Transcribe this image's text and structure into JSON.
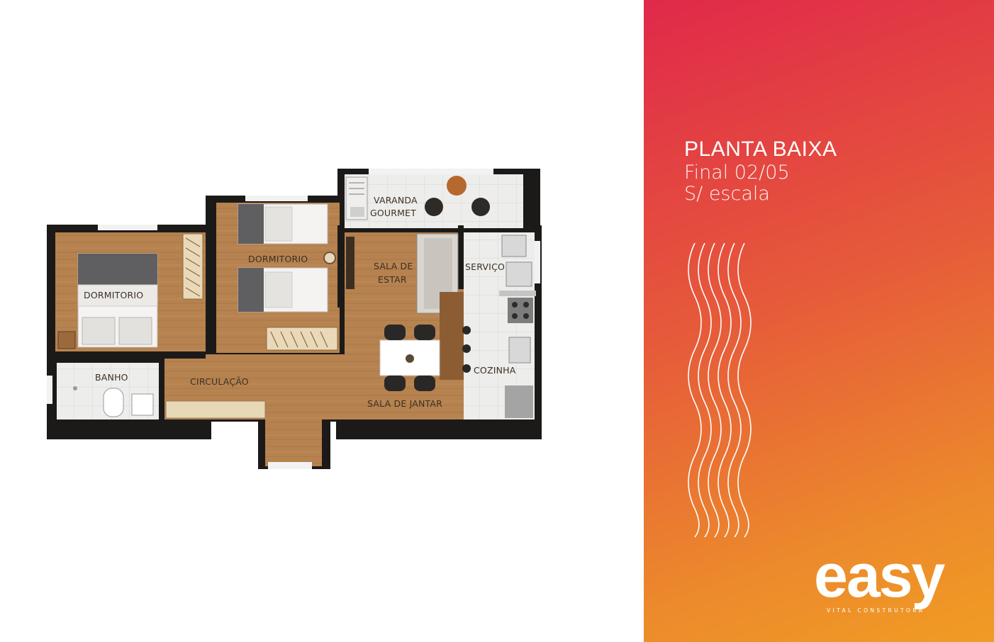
{
  "floorplan": {
    "rooms": {
      "dormitorio_1": "DORMITORIO",
      "dormitorio_2": "DORMITORIO",
      "banho": "BANHO",
      "circulacao": "CIRCULAÇÃO",
      "varanda_line1": "VARANDA",
      "varanda_line2": "GOURMET",
      "sala_estar_line1": "SALA DE",
      "sala_estar_line2": "ESTAR",
      "servico": "SERVIÇO",
      "cozinha": "COZINHA",
      "sala_jantar": "SALA DE JANTAR"
    }
  },
  "panel": {
    "title": "PLANTA BAIXA",
    "subtitle_line1": "Final 02/05",
    "subtitle_line2": "S/ escala",
    "gradient_colors": [
      "#e0294a",
      "#f19c24"
    ]
  },
  "logo": {
    "word": "easy",
    "tagline": "VITAL CONSTRUTORA"
  }
}
